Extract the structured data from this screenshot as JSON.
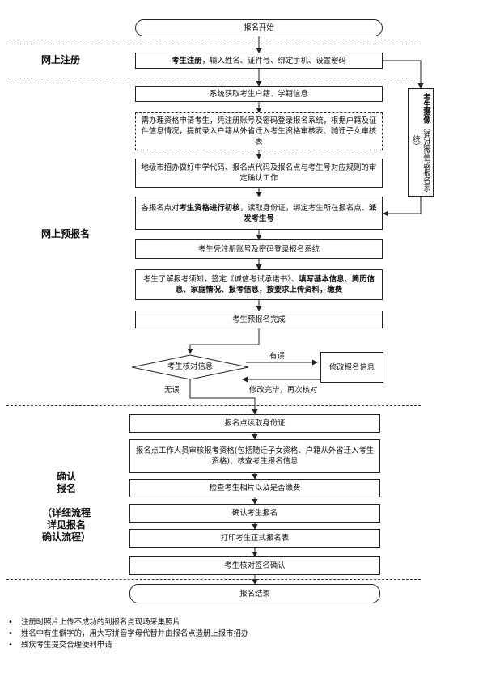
{
  "phases": {
    "register": "网上注册",
    "prereg": "网上预报名",
    "confirm_l1": "确认",
    "confirm_l2": "报名",
    "confirm_l3": "（详细流程",
    "confirm_l4": "详见报名",
    "confirm_l5": "确认流程）"
  },
  "steps": {
    "start": "报名开始",
    "register_b1": "考生注册",
    "register_t1": "，输入姓名、证件号、绑定手机、设置密码",
    "sys_fetch": "系统获取考生户籍、学籍信息",
    "apply": "需办理资格申请考生，凭注册账号及密码登录报名系统，根据户籍及证件信息情况，提前录入户籍从外省迁入考生资格审核表、随迁子女审核表",
    "city": "地级市招办做好中学代码、报名点代码及报名点与考生号对应规则的审定确认工作",
    "site_t1": "各报名点对",
    "site_b1": "考生资格进行初核",
    "site_t2": "，读取身份证，绑定考生所在报名点、",
    "site_b2": "派发考生号",
    "login": "考生凭注册账号及密码登录报名系统",
    "fill_t1": "考生了解报考须知，签定《诚信考试承诺书》、",
    "fill_b1": "填写基本信息、简历信息、家庭情况、报考信息，按要求上传资料，缴费",
    "pre_done": "考生预报名完成",
    "check": "考生核对信息",
    "modify": "修改报名信息",
    "read_id": "报名点读取身份证",
    "staff_review": "报名点工作人员审核报考资格(包括随迁子女资格、户籍从外省迁入考生资格)、核查考生报名信息",
    "photo_fee": "检查考生相片以及是否缴费",
    "confirm_reg": "确认考生报名",
    "print_form": "打印考生正式报名表",
    "sign": "考生核对签名确认",
    "end": "报名结束",
    "side_b": "考生摄像",
    "side_t": "（通过微信或报名系统）"
  },
  "edges": {
    "error": "有误",
    "ok": "无误",
    "recheck": "修改完毕，再次核对"
  },
  "notes": [
    "注册时照片上传不成功的到报名点现场采集照片",
    "姓名中有生僻字的，用大写拼音字母代替并由报名点造册上报市招办",
    "残疾考生提交合理便利申请"
  ]
}
